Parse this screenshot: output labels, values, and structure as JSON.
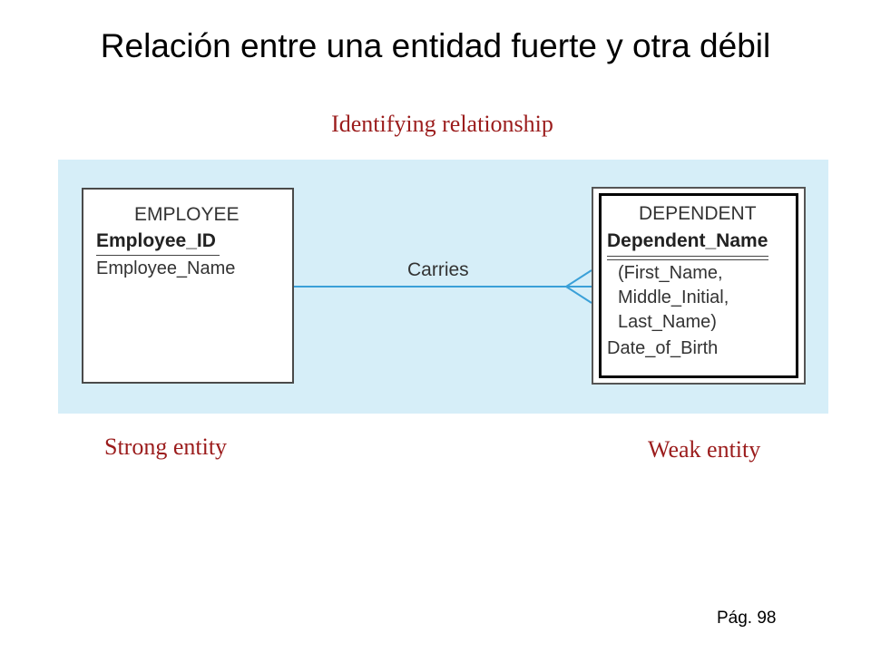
{
  "title": "Relación entre una entidad fuerte y otra débil",
  "relationship_label": "Identifying relationship",
  "strong_label": "Strong entity",
  "weak_label": "Weak entity",
  "page_number": "Pág. 98",
  "diagram": {
    "relationship": "Carries",
    "employee": {
      "name": "EMPLOYEE",
      "key": "Employee_ID",
      "attributes": [
        "Employee_Name"
      ]
    },
    "dependent": {
      "name": "DEPENDENT",
      "key": "Dependent_Name",
      "attributes": [
        "(First_Name,",
        "Middle_Initial,",
        "Last_Name)",
        "Date_of_Birth"
      ]
    }
  },
  "colors": {
    "panel": "#d6eef8",
    "line": "#3aa0d8",
    "label_red": "#9b1c1c"
  }
}
